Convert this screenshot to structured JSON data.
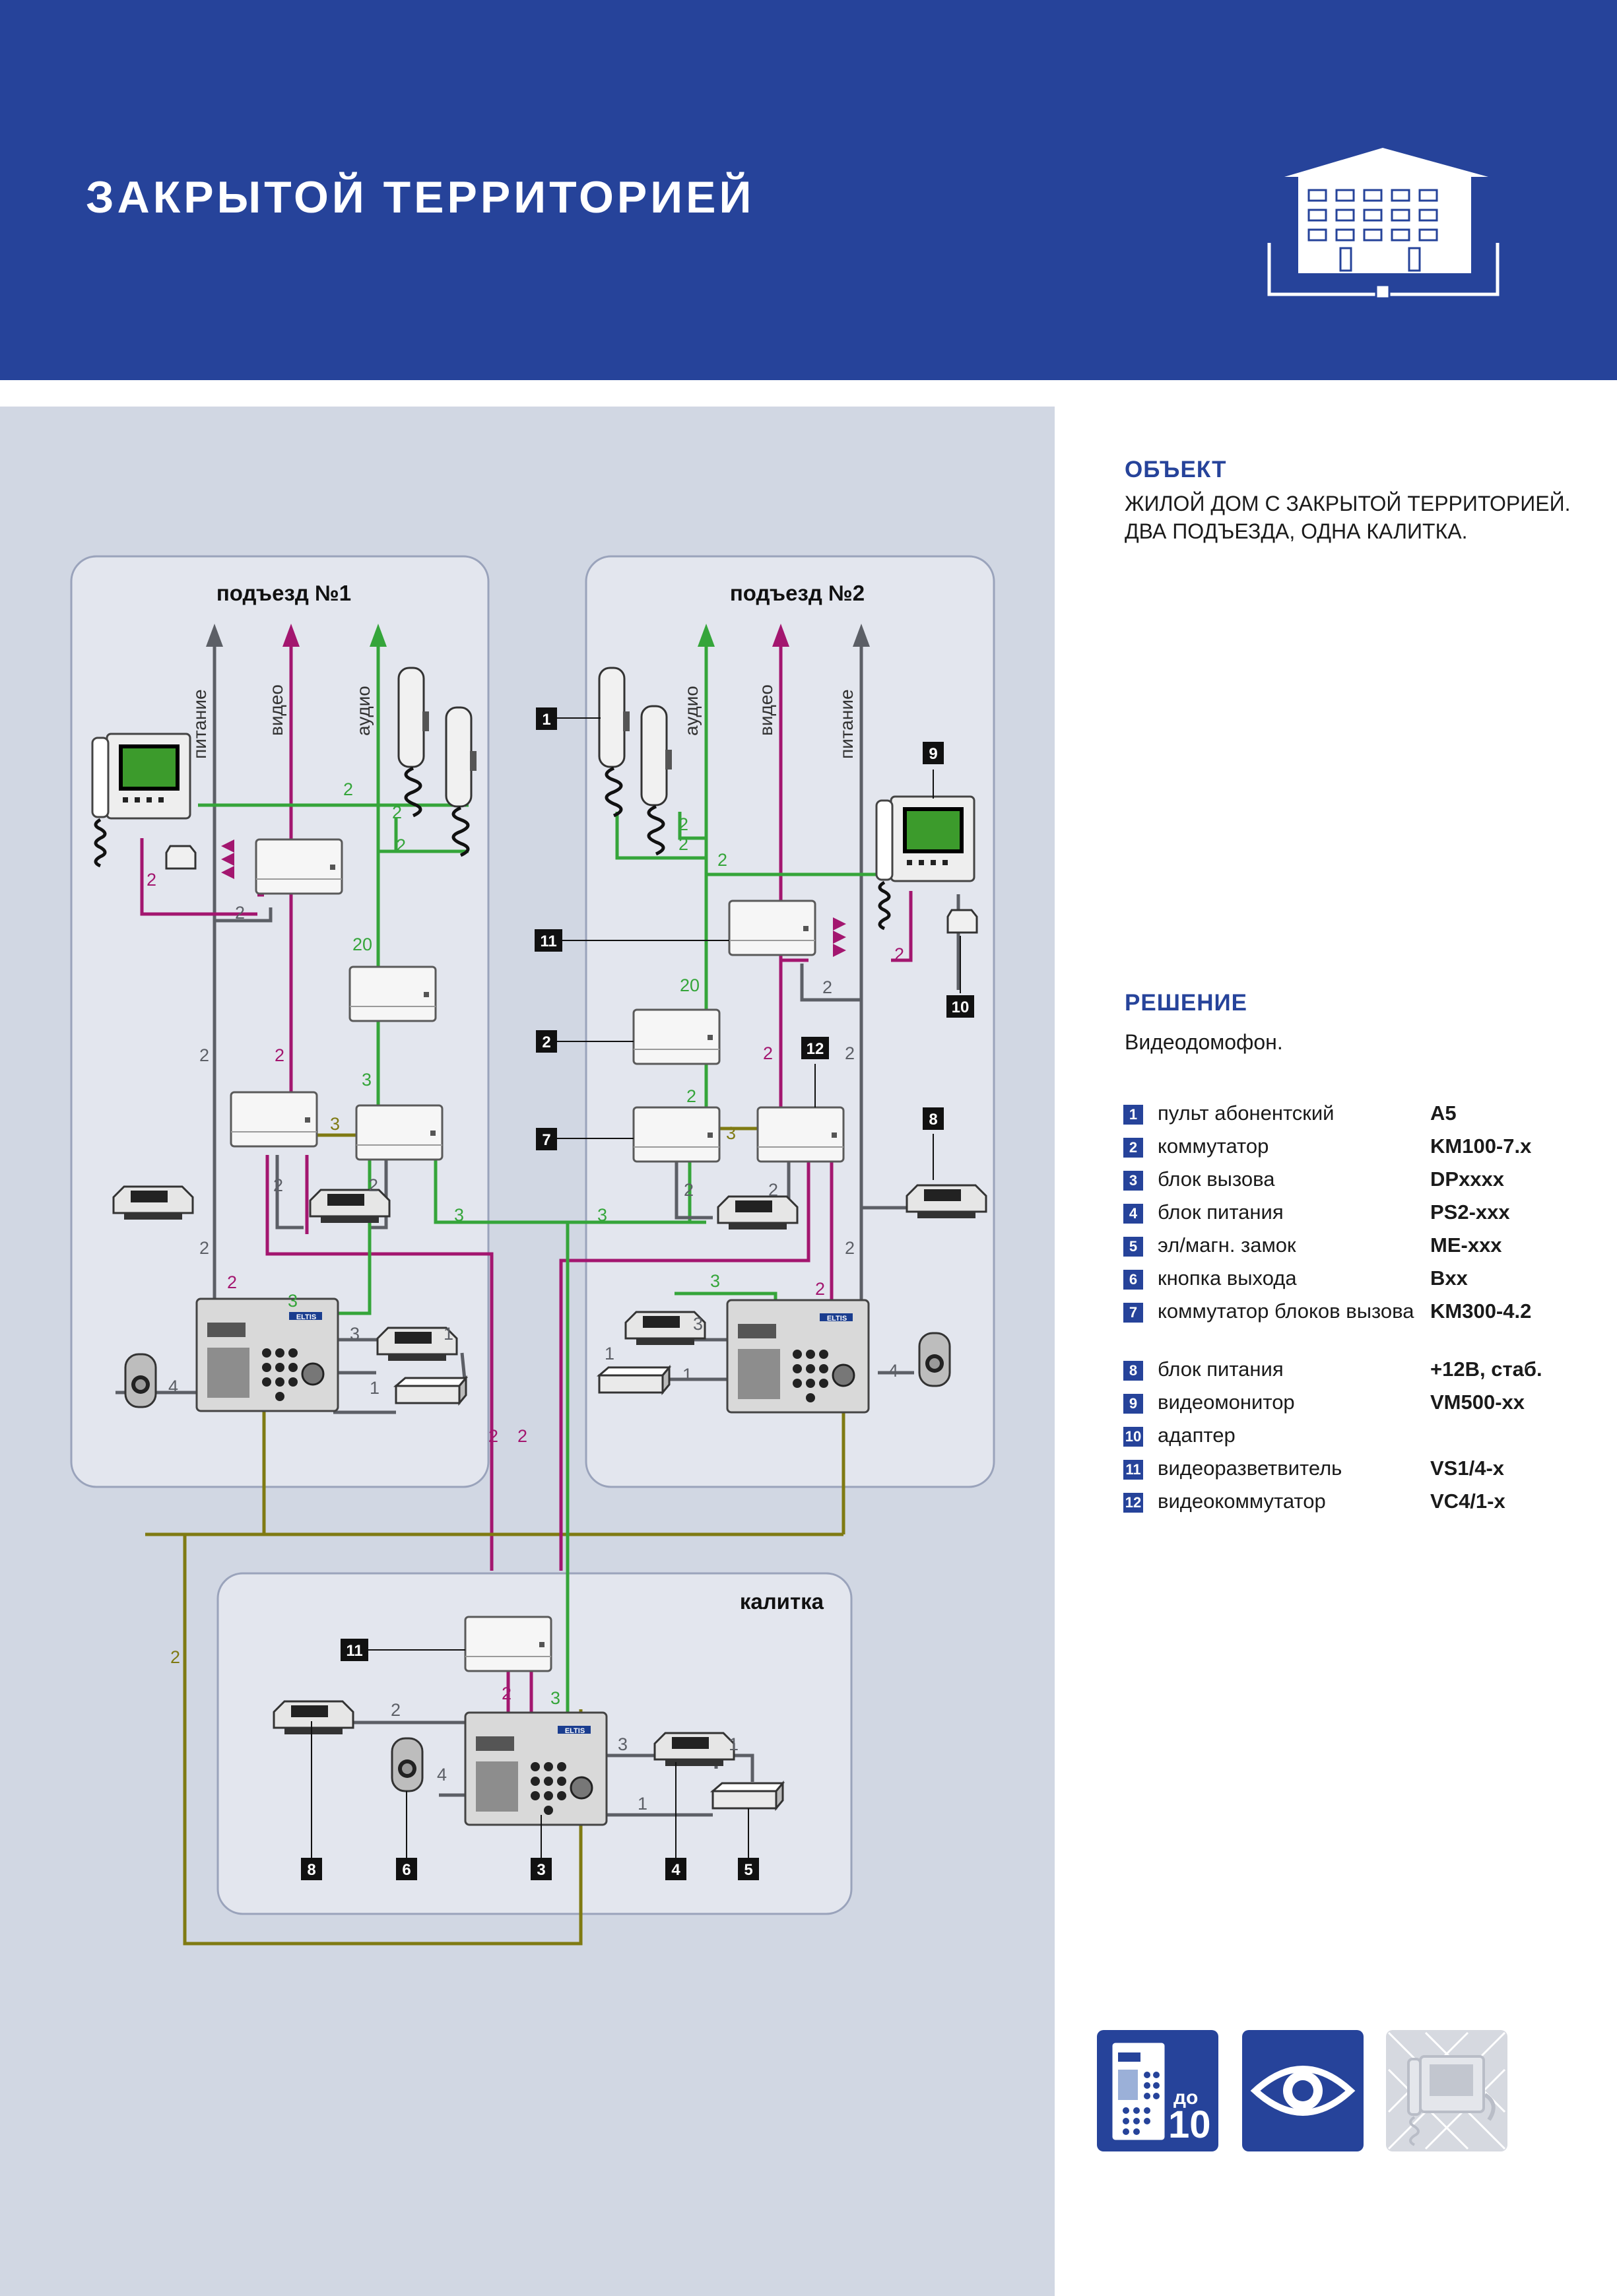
{
  "header": {
    "title": "ЗАКРЫТОЙ ТЕРРИТОРИЕЙ",
    "building_icon": "building-with-fence-icon"
  },
  "diagram": {
    "entrance1_title": "подъезд №1",
    "entrance2_title": "подъезд №2",
    "gate_title": "калитка",
    "line_labels": {
      "power": "питание",
      "video": "видео",
      "audio": "аудио"
    },
    "colors": {
      "power": "#5c5f66",
      "video": "#a3166f",
      "audio": "#35a53a",
      "gate_bus": "#7f7a12",
      "badge": "#111111"
    },
    "wire_counts": {
      "w1": "1",
      "w2": "2",
      "w3": "3",
      "w4": "4",
      "w20": "20"
    },
    "badges": {
      "b1": "1",
      "b2": "2",
      "b3": "3",
      "b4": "4",
      "b5": "5",
      "b6": "6",
      "b7": "7",
      "b8": "8",
      "b9": "9",
      "b10": "10",
      "b11": "11",
      "b12": "12"
    },
    "panel_brand": "ELTIS"
  },
  "object": {
    "heading": "ОБЪЕКТ",
    "line1": "ЖИЛОЙ ДОМ С ЗАКРЫТОЙ ТЕРРИТОРИЕЙ.",
    "line2": "ДВА ПОДЪЕЗДА, ОДНА КАЛИТКА."
  },
  "solution": {
    "heading": "РЕШЕНИЕ",
    "text": "Видеодомофон."
  },
  "legend": [
    {
      "num": "1",
      "name": "пульт абонентский",
      "code": "A5"
    },
    {
      "num": "2",
      "name": "коммутатор",
      "code": "KM100-7.x"
    },
    {
      "num": "3",
      "name": "блок вызова",
      "code": "DPxxxx"
    },
    {
      "num": "4",
      "name": "блок питания",
      "code": "PS2-xxx"
    },
    {
      "num": "5",
      "name": "эл/магн. замок",
      "code": "ME-xxx"
    },
    {
      "num": "6",
      "name": "кнопка выхода",
      "code": "Bxx"
    },
    {
      "num": "7",
      "name": "коммутатор блоков вызова",
      "code": "KM300-4.2"
    },
    {
      "num": "8",
      "name": "блок питания",
      "code": "+12В, стаб."
    },
    {
      "num": "9",
      "name": "видеомонитор",
      "code": "VM500-xx"
    },
    {
      "num": "10",
      "name": "адаптер",
      "code": ""
    },
    {
      "num": "11",
      "name": "видеоразветвитель",
      "code": "VS1/4-x"
    },
    {
      "num": "12",
      "name": "видеокоммутатор",
      "code": "VC4/1-x"
    }
  ],
  "footer": {
    "capacity_prefix": "до",
    "capacity_value": "10",
    "icons": [
      "call-panel-capacity-icon",
      "eye-video-icon",
      "monitor-disabled-icon"
    ]
  }
}
